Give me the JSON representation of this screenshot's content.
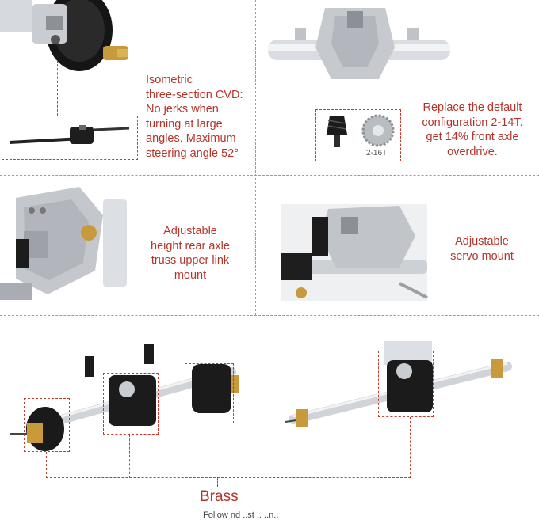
{
  "panels": {
    "cvd": {
      "lines": [
        "Isometric",
        "three-section CVD:",
        "No jerks when",
        "turning at large",
        "angles. Maximum",
        "steering angle 52°"
      ]
    },
    "gear": {
      "lines": [
        "Replace the default",
        "configuration 2-14T.",
        "get 14% front axle",
        "overdrive."
      ],
      "gear_label": "2-16T"
    },
    "rear_mount": {
      "lines": [
        "Adjustable",
        "height rear axle",
        "truss upper link",
        "mount"
      ]
    },
    "servo": {
      "lines": [
        "Adjustable",
        "servo  mount"
      ]
    },
    "axles": {
      "brass_label": "Brass",
      "footer_text": "Follow nd ..st  ..  ..n.."
    }
  },
  "colors": {
    "accent_red": "#b5342a",
    "divider": "#9a9a9a",
    "metal": "#cfd3d8",
    "anodized_black": "#1a1a1a",
    "brass": "#c99a3c"
  }
}
